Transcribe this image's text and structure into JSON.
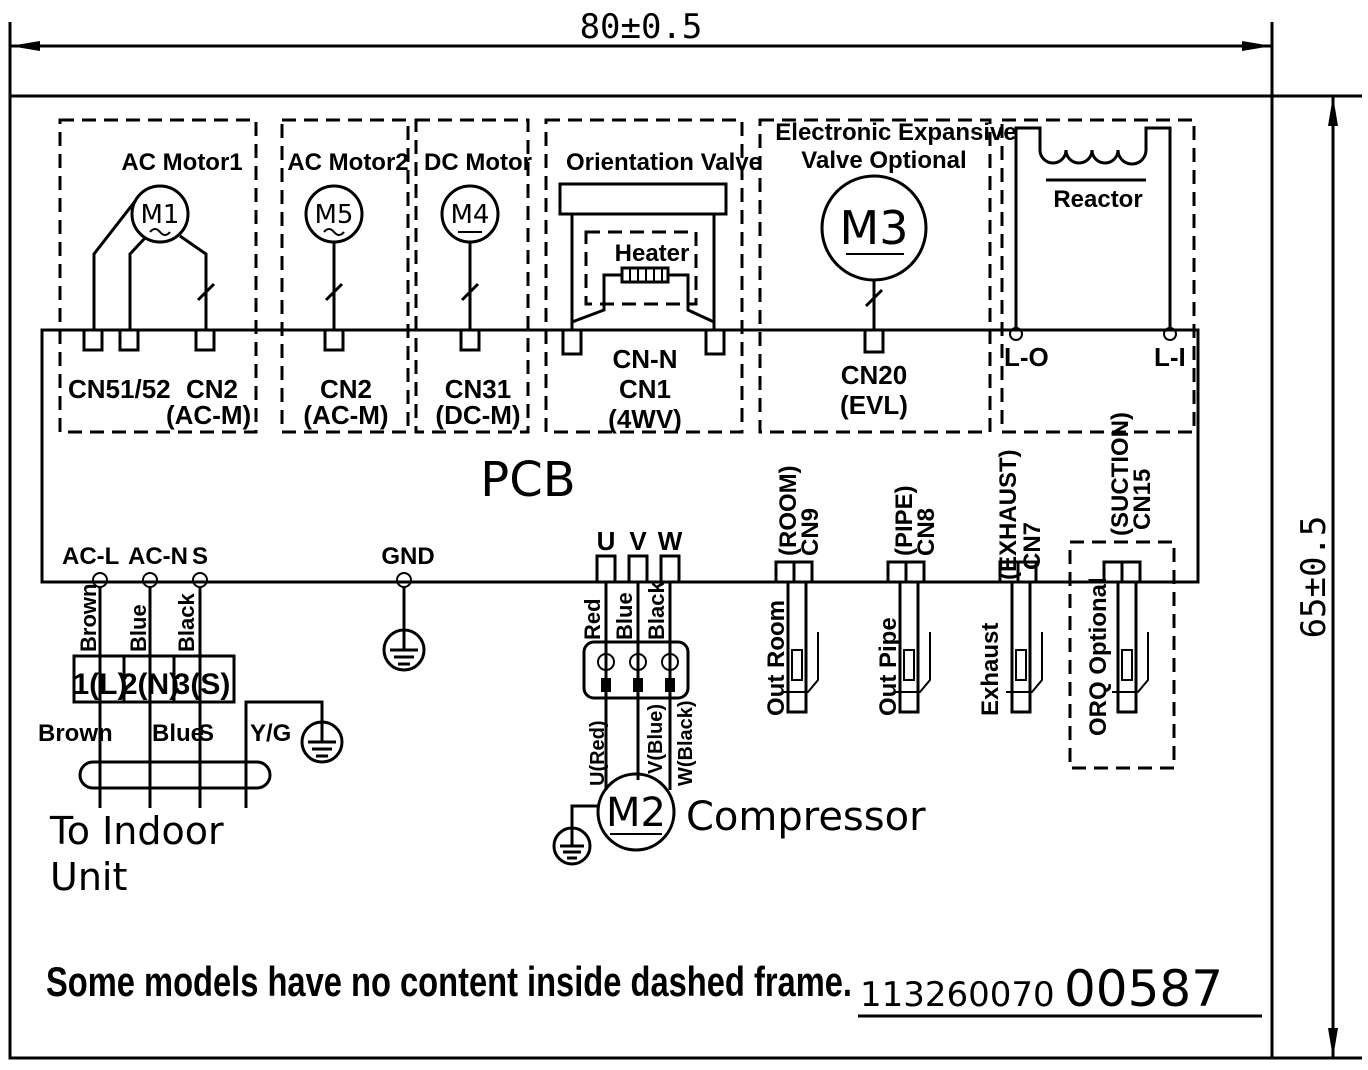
{
  "dimensions": {
    "width": "80±0.5",
    "height": "65±0.5"
  },
  "pcb": {
    "label": "PCB"
  },
  "components": {
    "ac_motor1": {
      "title": "AC Motor1",
      "symbol": "M1",
      "connector": "CN51/52",
      "connector_b": "CN2"
    },
    "ac_motor2": {
      "title": "AC Motor2",
      "symbol": "M5",
      "connector": "CN2",
      "connector_sub": "(AC-M)"
    },
    "dc_motor": {
      "title": "DC Motor",
      "symbol": "M4",
      "connector": "CN31",
      "connector_sub": "(DC-M)"
    },
    "orientation_valve": {
      "title": "Orientation Valve",
      "heater": "Heater",
      "connector": "CN-N",
      "connector_b": "CN1",
      "connector_sub": "(4WV)"
    },
    "eev": {
      "title_line1": "Electronic Expansive",
      "title_line2": "Valve Optional",
      "symbol": "M3",
      "connector": "CN20",
      "connector_sub": "(EVL)"
    },
    "reactor": {
      "title": "Reactor",
      "left": "L-O",
      "right": "L-I"
    },
    "ac_motor1_sub": "(AC-M)"
  },
  "power_terminals": {
    "labels": [
      "AC-L",
      "AC-N",
      "S"
    ],
    "wires": [
      "Brown",
      "Blue",
      "Black"
    ],
    "block": [
      "1(L)",
      "2(N)",
      "3(S)"
    ],
    "lower_wires": [
      "Brown",
      "Blue",
      "S",
      "Y/G"
    ],
    "gnd": "GND",
    "destination_line1": "To Indoor",
    "destination_line2": "Unit"
  },
  "compressor": {
    "phases": [
      "U",
      "V",
      "W"
    ],
    "wires": [
      "Red",
      "Blue",
      "Black"
    ],
    "terminals": [
      "U(Red)",
      "V(Blue)",
      "W(Black)"
    ],
    "symbol": "M2",
    "label": "Compressor"
  },
  "sensors": [
    {
      "connector": "CN9",
      "sub": "(ROOM)",
      "label": "Out Room"
    },
    {
      "connector": "CN8",
      "sub": "(PIPE)",
      "label": "Out Pipe"
    },
    {
      "connector": "CN7",
      "sub": "(EXHAUST)",
      "label": "Exhaust"
    },
    {
      "connector": "CN15",
      "sub": "(SUCTION)",
      "label": "ORQ Optional"
    }
  ],
  "footer": {
    "note": "Some models have no content inside dashed frame.",
    "part_prefix": "113260070",
    "part_suffix": "00587"
  }
}
